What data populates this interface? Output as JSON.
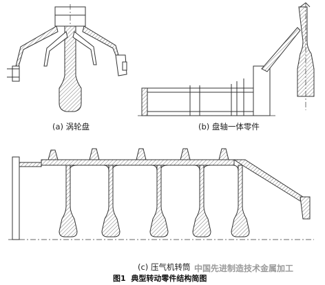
{
  "figure": {
    "label": "图1",
    "title": "典型转动零件结构简图"
  },
  "panels": [
    {
      "id": "a",
      "caption": "(a) 涡轮盘"
    },
    {
      "id": "b",
      "caption": "(b) 盘轴一体零件"
    },
    {
      "id": "c",
      "caption": "(c) 压气机转筒"
    }
  ],
  "watermark": "中国先进制造技术金属加工",
  "colors": {
    "line": "#333333",
    "hatch": "#555555",
    "background": "#ffffff"
  }
}
